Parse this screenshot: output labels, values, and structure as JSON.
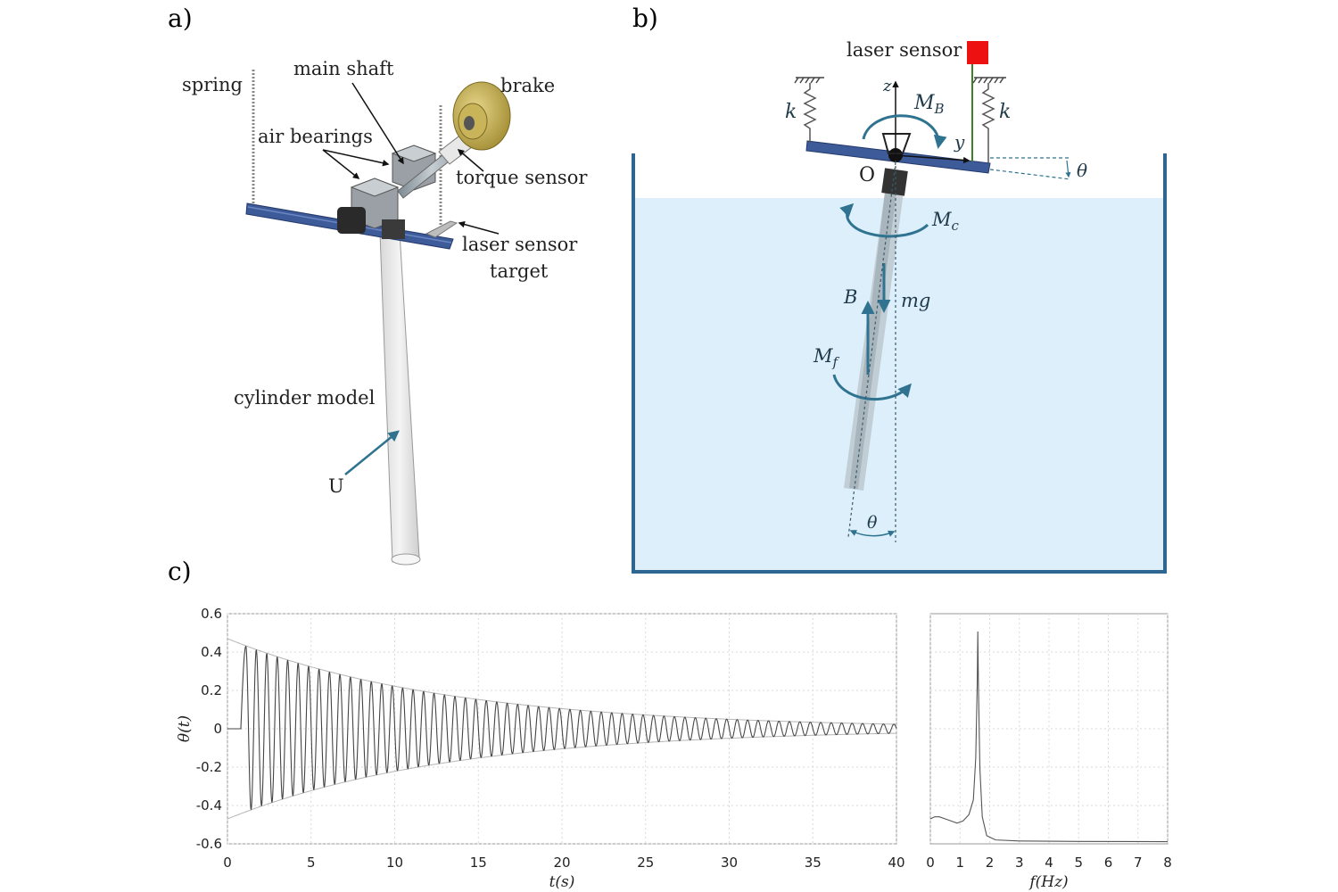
{
  "panels": {
    "a": {
      "tag": "a)",
      "labels": {
        "spring": "spring",
        "main_shaft": "main shaft",
        "brake": "brake",
        "air_bearings": "air bearings",
        "torque_sensor": "torque sensor",
        "laser_target_1": "laser sensor",
        "laser_target_2": "target",
        "cylinder_model": "cylinder model",
        "flow": "U"
      }
    },
    "b": {
      "tag": "b)",
      "labels": {
        "laser_sensor": "laser sensor",
        "k_left": "k",
        "k_right": "k",
        "z_axis": "z",
        "y_axis": "y",
        "MB_main": "M",
        "MB_sub": "B",
        "origin": "O",
        "theta_top": "θ",
        "Mc_main": "M",
        "Mc_sub": "c",
        "B_force": "B",
        "mg": "mg",
        "Mf_main": "M",
        "Mf_sub": "f",
        "theta_bottom": "θ"
      },
      "colors": {
        "water": "#dceffb",
        "tank": "#2d6690",
        "arrow": "#2f7390",
        "laser": "#ee1111",
        "beam": "#3d7f2a",
        "bar": "#3d5a99"
      }
    },
    "c": {
      "tag": "c)"
    }
  },
  "chart_data": [
    {
      "type": "line",
      "title": "",
      "xlabel": "t(s)",
      "ylabel": "θ(t)",
      "xlim": [
        0,
        40
      ],
      "ylim": [
        -0.6,
        0.6
      ],
      "xticks": [
        "0",
        "5",
        "10",
        "15",
        "20",
        "25",
        "30",
        "35",
        "40"
      ],
      "yticks": [
        "0.6",
        "0.4",
        "0.2",
        "0",
        "-0.2",
        "-0.4",
        "-0.6"
      ],
      "grid": true,
      "signal": {
        "release_time": 0.8,
        "initial_amplitude": 0.43,
        "decay_rate": 0.075,
        "frequency_hz": 1.6,
        "duration": 40
      },
      "envelope": {
        "initial_amplitude": 0.47,
        "decay_rate": 0.075
      }
    },
    {
      "type": "line",
      "title": "",
      "xlabel": "f(Hz)",
      "ylabel": "",
      "xlim": [
        0,
        8
      ],
      "xticks": [
        "0",
        "1",
        "2",
        "3",
        "4",
        "5",
        "6",
        "7",
        "8"
      ],
      "grid": true,
      "x": [
        0,
        0.15,
        0.3,
        0.5,
        0.7,
        0.9,
        1.1,
        1.3,
        1.45,
        1.53,
        1.58,
        1.6,
        1.62,
        1.67,
        1.75,
        1.9,
        2.2,
        3,
        5,
        8
      ],
      "y": [
        0.11,
        0.12,
        0.12,
        0.11,
        0.1,
        0.09,
        0.1,
        0.13,
        0.2,
        0.4,
        0.75,
        1.0,
        0.75,
        0.35,
        0.12,
        0.03,
        0.01,
        0.005,
        0.003,
        0.002
      ]
    }
  ]
}
